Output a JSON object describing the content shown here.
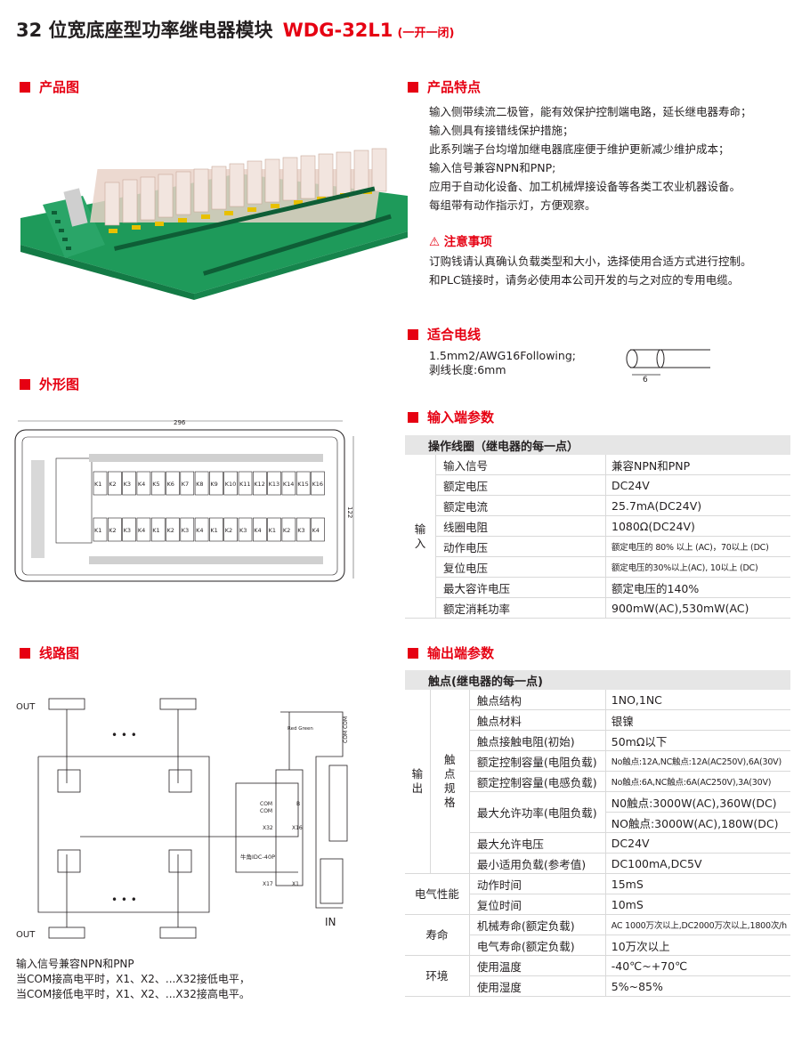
{
  "header": {
    "title": "32 位宽底座型功率继电器模块",
    "model": "WDG-32L1",
    "subtitle": "(一开一闭)"
  },
  "sections": {
    "product_image": "产品图",
    "features": "产品特点",
    "wire": "适合电线",
    "outline": "外形图",
    "input_params": "输入端参数",
    "circuit": "线路图",
    "output_params": "输出端参数"
  },
  "features": [
    "输入侧带续流二极管，能有效保护控制端电路，延长继电器寿命；",
    "输入侧具有接错线保护措施；",
    "此系列端子台均增加继电器底座便于维护更新减少维护成本；",
    "输入信号兼容NPN和PNP;",
    "应用于自动化设备、加工机械焊接设备等各类工农业机器设备。",
    "每组带有动作指示灯，方便观察。"
  ],
  "caution": {
    "title": "⚠ 注意事项",
    "lines": [
      "订购钱请认真确认负载类型和大小，选择使用合适方式进行控制。",
      "和PLC链接时，请务必使用本公司开发的与之对应的专用电缆。"
    ]
  },
  "wire": {
    "line1": "1.5mm2/AWG16Following;",
    "line2": "剥线长度:6mm",
    "dim": "6"
  },
  "outline_drawing": {
    "width_dim": "296",
    "height_dim": "122",
    "relay_labels": [
      "K1",
      "K2",
      "K3",
      "K4",
      "K5",
      "K6",
      "K7",
      "K8",
      "K9",
      "K10",
      "K11",
      "K12",
      "K13",
      "K14",
      "K15",
      "K16"
    ],
    "relay_labels_bottom": [
      "K1",
      "K2",
      "K3",
      "K4",
      "K1",
      "K2",
      "K3",
      "K4",
      "K1",
      "K2",
      "K3",
      "K4",
      "K1",
      "K2",
      "K3",
      "K4"
    ]
  },
  "input_table": {
    "header": "操作线圈（继电器的每一点）",
    "group": "输入",
    "rows": [
      {
        "label": "输入信号",
        "value": "兼容NPN和PNP",
        "small": false
      },
      {
        "label": "额定电压",
        "value": "DC24V",
        "small": false
      },
      {
        "label": "额定电流",
        "value": "25.7mA(DC24V)",
        "small": false
      },
      {
        "label": "线圈电阻",
        "value": "1080Ω(DC24V)",
        "small": false
      },
      {
        "label": "动作电压",
        "value": "额定电压的 80% 以上 (AC)，70以上 (DC)",
        "small": true
      },
      {
        "label": "复位电压",
        "value": "额定电压的30%以上(AC), 10以上 (DC)",
        "small": true
      },
      {
        "label": "最大容许电压",
        "value": "额定电压的140%",
        "small": false
      },
      {
        "label": "额定消耗功率",
        "value": "900mW(AC),530mW(AC)",
        "small": false
      }
    ]
  },
  "output_table": {
    "header": "触点(继电器的每一点)",
    "group_output": "输出",
    "group_contact": "触点规格",
    "contact_rows": [
      {
        "label": "触点结构",
        "value": "1NO,1NC",
        "small": false
      },
      {
        "label": "触点材料",
        "value": "银镍",
        "small": false
      },
      {
        "label": "触点接触电阻(初始)",
        "value": "50mΩ以下",
        "small": false
      },
      {
        "label": "额定控制容量(电阻负载)",
        "value": "No触点:12A,NC触点:12A(AC250V),6A(30V)",
        "small": true
      },
      {
        "label": "额定控制容量(电感负载)",
        "value": "No触点:6A,NC触点:6A(AC250V),3A(30V)",
        "small": true
      },
      {
        "label": "最大允许功率(电阻负载)",
        "value": "N0触点:3000W(AC),360W(DC)",
        "value2": "NO触点:3000W(AC),180W(DC)",
        "small": false
      },
      {
        "label": "最大允许电压",
        "value": "DC24V",
        "small": false
      },
      {
        "label": "最小适用负载(参考值)",
        "value": "DC100mA,DC5V",
        "small": false
      }
    ],
    "electrical_group": "电气性能",
    "electrical_rows": [
      {
        "label": "动作时间",
        "value": "15mS"
      },
      {
        "label": "复位时间",
        "value": "10mS"
      }
    ],
    "life_group": "寿命",
    "life_rows": [
      {
        "label": "机械寿命(额定负载)",
        "value": "AC 1000万次以上,DC2000万次以上,1800次/h",
        "small": true
      },
      {
        "label": "电气寿命(额定负载)",
        "value": "10万次以上",
        "small": false
      }
    ],
    "env_group": "环境",
    "env_rows": [
      {
        "label": "使用温度",
        "value": "-40℃~+70℃"
      },
      {
        "label": "使用湿度",
        "value": "5%~85%"
      }
    ]
  },
  "circuit": {
    "out_top": "OUT",
    "out_bottom": "OUT",
    "dots": "• • •",
    "in_label": "IN",
    "cable": "牛角IDC-40P",
    "com1": "COM",
    "com2": "COM",
    "x32": "X32",
    "x16": "X16",
    "x17": "X17",
    "x1": "X1",
    "b": "B",
    "red_green": "Red  Green",
    "com_label": "COM COM"
  },
  "notes": [
    "输入信号兼容NPN和PNP",
    "当COM接高电平时，X1、X2、...X32接低电平，",
    "当COM接低电平时，X1、X2、...X32接高电平。"
  ],
  "colors": {
    "accent": "#e60012",
    "board_green": "#1e9a5a",
    "table_header": "#e6e6e6"
  }
}
